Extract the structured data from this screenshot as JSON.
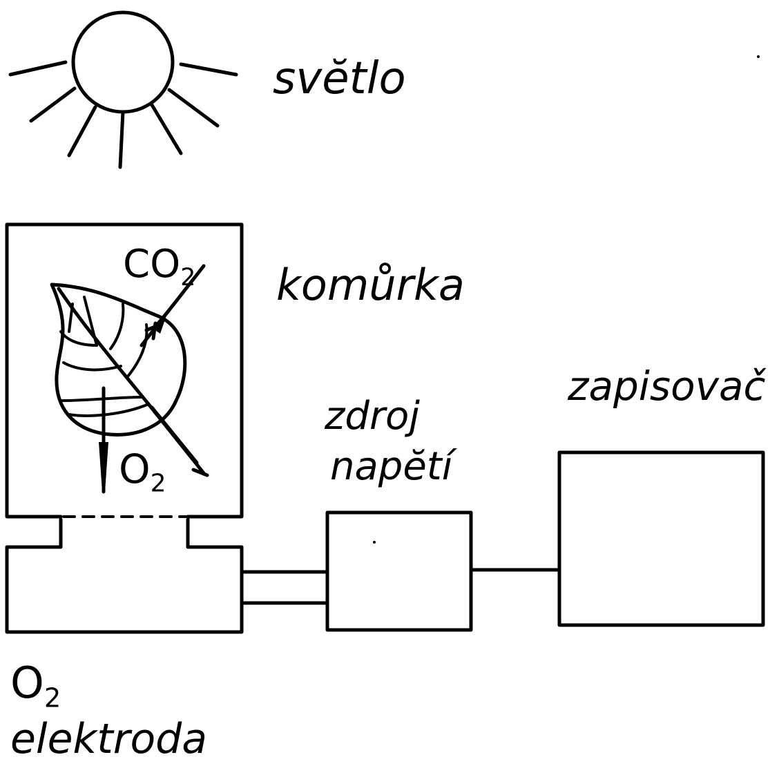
{
  "labels": {
    "light": "svĕtlo",
    "chamber": "komůrka",
    "co2": "CO",
    "co2_sub": "2",
    "o2_leaf": "O",
    "o2_leaf_sub": "2",
    "voltage_line1": "zdroj",
    "voltage_line2": "napĕtí",
    "recorder": "zapisovač",
    "electrode_line1": "O",
    "electrode_line1_sub": "2",
    "electrode_line2": "elektroda"
  },
  "colors": {
    "ink": "#000000",
    "paper": "#ffffff"
  }
}
